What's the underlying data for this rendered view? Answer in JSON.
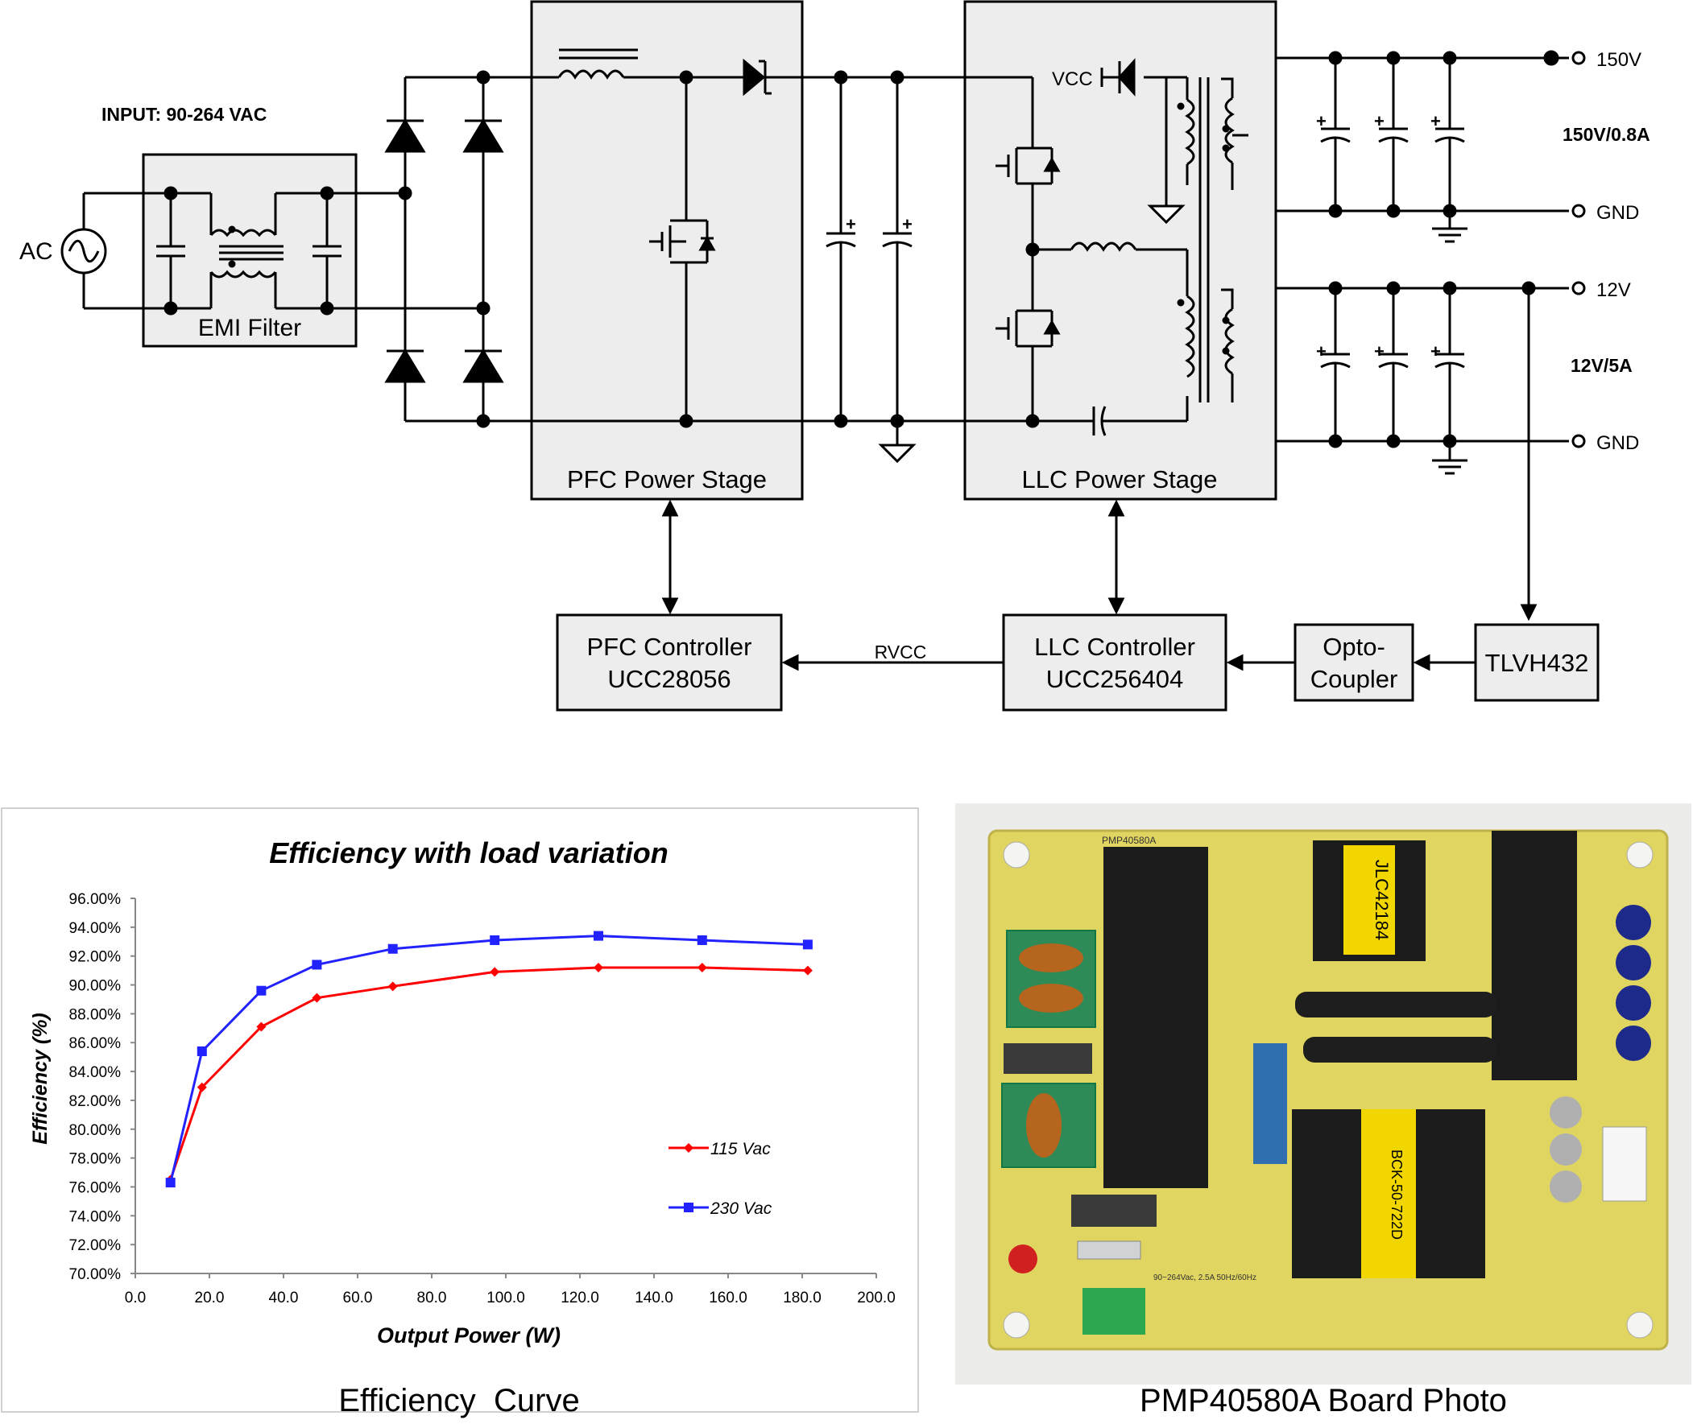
{
  "schematic": {
    "input_label": "INPUT: 90-264 VAC",
    "ac_label": "AC",
    "emi_filter_label": "EMI Filter",
    "pfc_stage_label": "PFC Power Stage",
    "llc_stage_label": "LLC Power Stage",
    "vcc_label": "VCC",
    "rvcc_label": "RVCC",
    "pfc_controller": {
      "line1": "PFC Controller",
      "line2": "UCC28056"
    },
    "llc_controller": {
      "line1": "LLC Controller",
      "line2": "UCC256404"
    },
    "optocoupler": {
      "line1": "Opto-",
      "line2": "Coupler"
    },
    "tlvh_label": "TLVH432",
    "out_150v": "150V",
    "out_150v_rating": "150V/0.8A",
    "out_12v": "12V",
    "out_12v_rating": "12V/5A",
    "gnd_label": "GND"
  },
  "chart_data": {
    "type": "line",
    "title": "Efficiency with load variation",
    "xlabel": "Output Power (W)",
    "ylabel": "Efficiency (%)",
    "xlim": [
      0,
      200
    ],
    "ylim": [
      70,
      96
    ],
    "x_ticks": [
      "0.0",
      "20.0",
      "40.0",
      "60.0",
      "80.0",
      "100.0",
      "120.0",
      "140.0",
      "160.0",
      "180.0",
      "200.0"
    ],
    "y_ticks": [
      "70.00%",
      "72.00%",
      "74.00%",
      "76.00%",
      "78.00%",
      "80.00%",
      "82.00%",
      "84.00%",
      "86.00%",
      "88.00%",
      "90.00%",
      "92.00%",
      "94.00%",
      "96.00%"
    ],
    "grid": false,
    "legend_position": "right",
    "series": [
      {
        "name": "115 Vac",
        "color": "#ff0000",
        "marker": "diamond",
        "x": [
          9.5,
          18,
          34,
          49,
          69.5,
          97,
          125,
          153,
          181.5
        ],
        "y": [
          76.5,
          82.9,
          87.1,
          89.1,
          89.9,
          90.9,
          91.2,
          91.2,
          91.0
        ]
      },
      {
        "name": "230 Vac",
        "color": "#2222ff",
        "marker": "square",
        "x": [
          9.5,
          18,
          34,
          49,
          69.5,
          97,
          125,
          153,
          181.5
        ],
        "y": [
          76.3,
          85.4,
          89.6,
          91.4,
          92.5,
          93.1,
          93.4,
          93.1,
          92.8
        ]
      }
    ]
  },
  "captions": {
    "chart_caption": "Efficiency  Curve",
    "photo_caption": "PMP40580A Board Photo"
  },
  "board_photo": {
    "main_transformer_marking": "JLC42184",
    "aux_transformer_marking": "BCK-50-722D",
    "board_id_marking": "PMP40580A",
    "input_rating_marking": "90~264Vac, 2.5A 50Hz/60Hz"
  }
}
